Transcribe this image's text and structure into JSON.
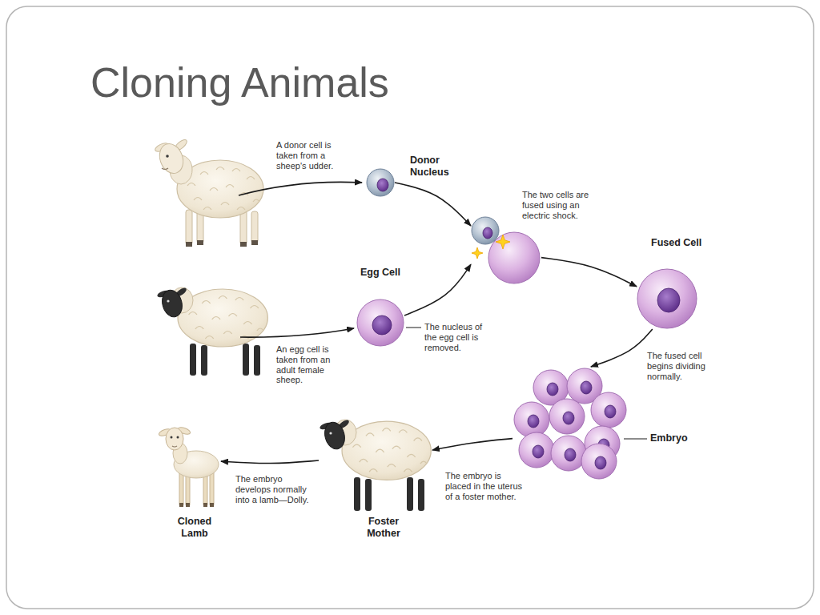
{
  "diagram": {
    "title": "Cloning Animals",
    "nodes": [
      {
        "text": [
          "Donor Nucleus"
        ]
      },
      {
        "text": [
          "Egg Cell"
        ]
      },
      {
        "text": [
          "The two cells are fused using an electric shock."
        ]
      },
      {
        "text": [
          "Fused Cell"
        ]
      },
      {
        "text": [
          "Embryo"
        ]
      },
      {
        "text": [
          "Foster Mother"
        ]
      },
      {
        "text": [
          "Cloned Lamb"
        ]
      }
    ],
    "edges": [
      {
        "from": 0,
        "to": 2,
        "arrow": "to"
      },
      {
        "from": 1,
        "to": 2,
        "arrow": "to"
      },
      {
        "from": 2,
        "to": 3,
        "arrow": "to"
      },
      {
        "from": 3,
        "to": 4,
        "arrow": "to",
        "label": "The fused cell begins dividing normally."
      },
      {
        "from": 4,
        "to": 5,
        "arrow": "to",
        "label": "The embryo is placed in the uterus of a foster mother."
      },
      {
        "from": 5,
        "to": 6,
        "arrow": "to",
        "label": "The embryo develops normally into a lamb—Dolly."
      }
    ],
    "labels": [
      "A donor cell is taken from a sheep's udder.",
      "The nucleus of the egg cell is removed.",
      "An egg cell is taken from an adult female sheep."
    ]
  }
}
